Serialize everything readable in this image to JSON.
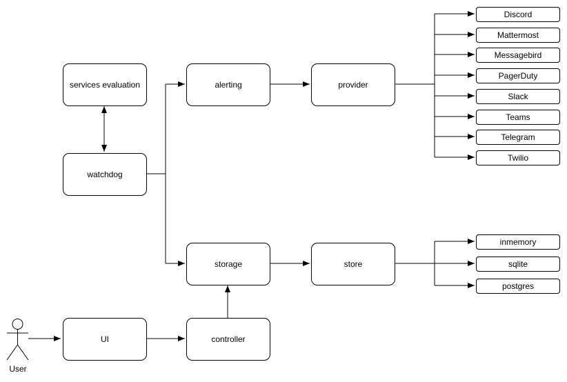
{
  "nodes": {
    "services_evaluation": {
      "label": "services evaluation"
    },
    "watchdog": {
      "label": "watchdog"
    },
    "alerting": {
      "label": "alerting"
    },
    "provider": {
      "label": "provider"
    },
    "storage": {
      "label": "storage"
    },
    "store": {
      "label": "store"
    },
    "ui": {
      "label": "UI"
    },
    "controller": {
      "label": "controller"
    }
  },
  "providers": [
    "Discord",
    "Mattermost",
    "Messagebird",
    "PagerDuty",
    "Slack",
    "Teams",
    "Telegram",
    "Twilio"
  ],
  "stores": [
    "inmemory",
    "sqlite",
    "postgres"
  ],
  "actor": {
    "label": "User"
  },
  "edges": [
    {
      "from": "User",
      "to": "UI",
      "direction": "forward"
    },
    {
      "from": "UI",
      "to": "controller",
      "direction": "forward"
    },
    {
      "from": "controller",
      "to": "storage",
      "direction": "forward"
    },
    {
      "from": "watchdog",
      "to": "services evaluation",
      "direction": "bidirectional"
    },
    {
      "from": "watchdog",
      "to": "alerting",
      "direction": "forward"
    },
    {
      "from": "watchdog",
      "to": "storage",
      "direction": "forward"
    },
    {
      "from": "alerting",
      "to": "provider",
      "direction": "forward"
    },
    {
      "from": "provider",
      "to": "Discord, Mattermost, Messagebird, PagerDuty, Slack, Teams, Telegram, Twilio",
      "direction": "forward"
    },
    {
      "from": "storage",
      "to": "store",
      "direction": "forward"
    },
    {
      "from": "store",
      "to": "inmemory, sqlite, postgres",
      "direction": "forward"
    }
  ],
  "colors": {
    "stroke": "#000000",
    "node_fill": "#ffffff",
    "text": "#000000",
    "background": "#ffffff"
  }
}
